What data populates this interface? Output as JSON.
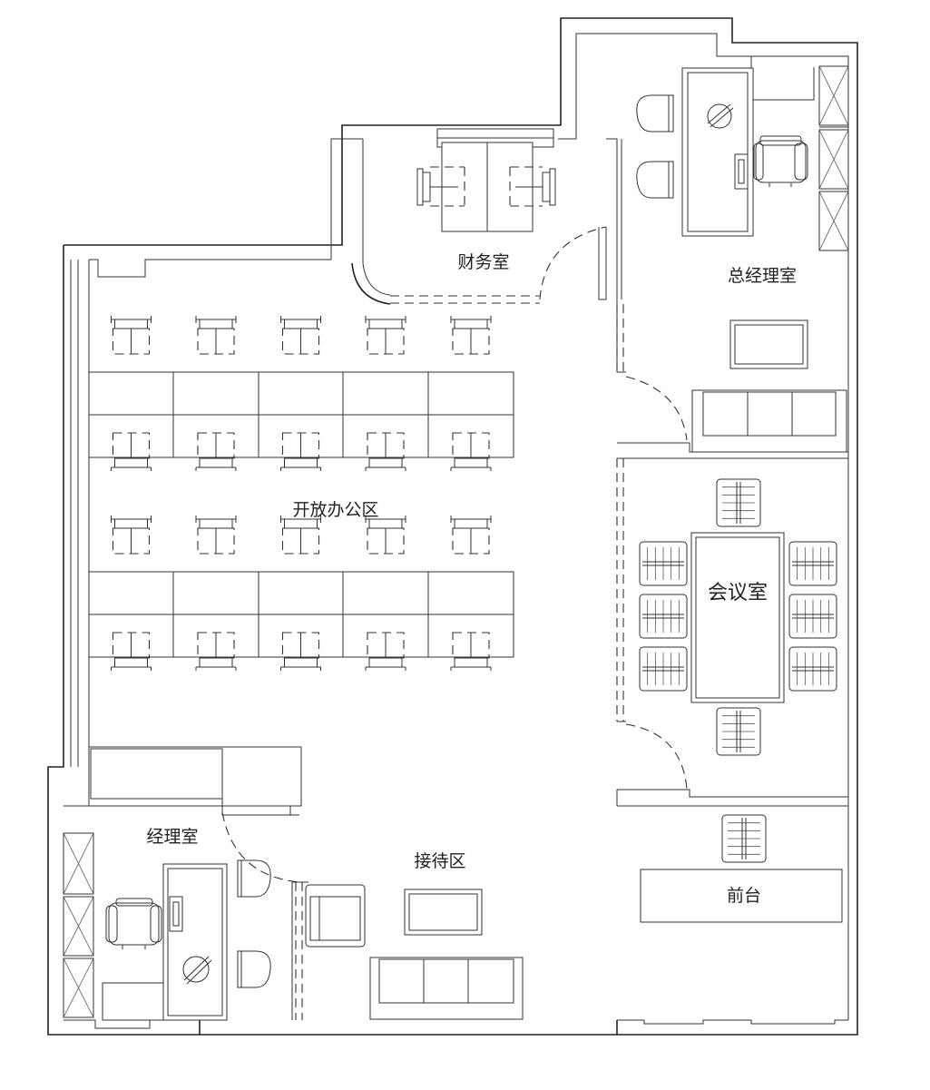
{
  "rooms": {
    "finance": "财务室",
    "gm_office": "总经理室",
    "open_office": "开放办公区",
    "meeting_room": "会议室",
    "manager_office": "经理室",
    "reception_area": "接待区",
    "front_desk": "前台"
  }
}
